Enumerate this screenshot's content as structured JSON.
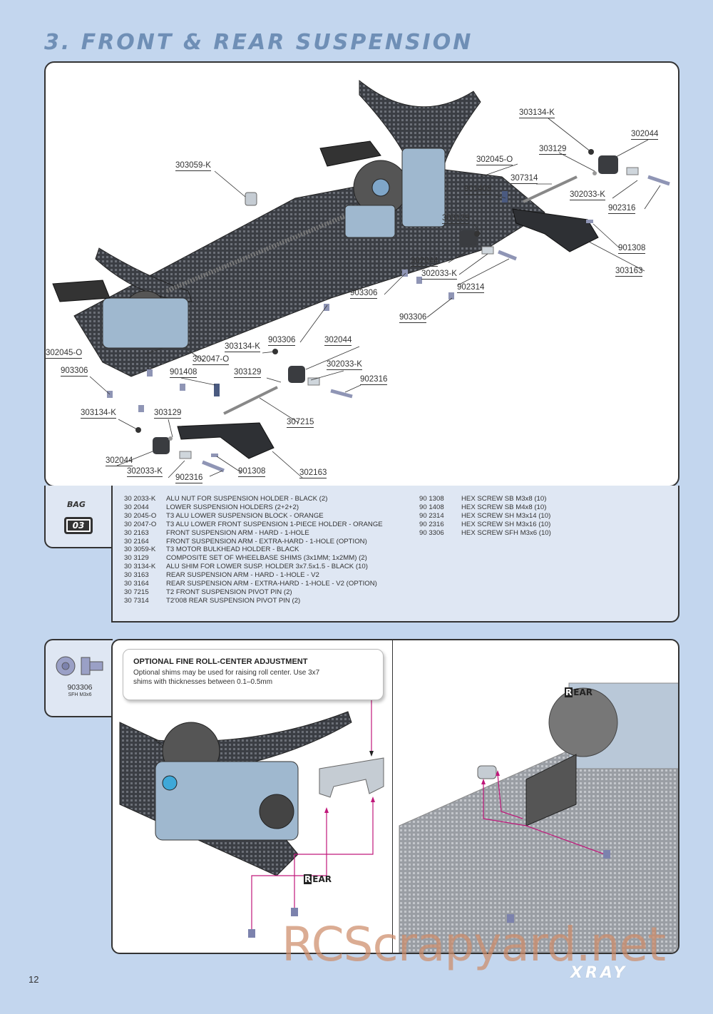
{
  "title": "3. FRONT & REAR SUSPENSION",
  "callouts": [
    {
      "label": "303134-K"
    },
    {
      "label": "302044"
    },
    {
      "label": "303129"
    },
    {
      "label": "303059-K"
    },
    {
      "label": "302045-O"
    },
    {
      "label": "307314"
    },
    {
      "label": "901408"
    },
    {
      "label": "302033-K"
    },
    {
      "label": "902316"
    },
    {
      "label": "303129"
    },
    {
      "label": "901308"
    },
    {
      "label": "302044"
    },
    {
      "label": "302033-K"
    },
    {
      "label": "303163"
    },
    {
      "label": "903306"
    },
    {
      "label": "902314"
    },
    {
      "label": "903306"
    },
    {
      "label": "903306"
    },
    {
      "label": "302044"
    },
    {
      "label": "303134-K"
    },
    {
      "label": "302045-O"
    },
    {
      "label": "302047-O"
    },
    {
      "label": "302033-K"
    },
    {
      "label": "903306"
    },
    {
      "label": "901408"
    },
    {
      "label": "303129"
    },
    {
      "label": "902316"
    },
    {
      "label": "307215"
    },
    {
      "label": "303134-K"
    },
    {
      "label": "303129"
    },
    {
      "label": "302044"
    },
    {
      "label": "302033-K"
    },
    {
      "label": "902316"
    },
    {
      "label": "901308"
    },
    {
      "label": "302163"
    }
  ],
  "bag": {
    "label": "BAG",
    "number": "03"
  },
  "parts_left": [
    {
      "code": "30 2033-K",
      "desc": "ALU NUT FOR SUSPENSION HOLDER - BLACK (2)"
    },
    {
      "code": "30 2044",
      "desc": "LOWER SUSPENSION HOLDERS (2+2+2)"
    },
    {
      "code": "30 2045-O",
      "desc": "T3 ALU LOWER SUSPENSION BLOCK - ORANGE"
    },
    {
      "code": "30 2047-O",
      "desc": "T3 ALU LOWER FRONT SUSPENSION 1-PIECE HOLDER - ORANGE"
    },
    {
      "code": "30 2163",
      "desc": "FRONT SUSPENSION ARM - HARD - 1-HOLE"
    },
    {
      "code": "30 2164",
      "desc": "FRONT SUSPENSION ARM - EXTRA-HARD - 1-HOLE (OPTION)"
    },
    {
      "code": "30 3059-K",
      "desc": "T3 MOTOR BULKHEAD HOLDER - BLACK"
    },
    {
      "code": "30 3129",
      "desc": "COMPOSITE SET OF WHEELBASE SHIMS (3x1MM; 1x2MM) (2)"
    },
    {
      "code": "30 3134-K",
      "desc": "ALU SHIM FOR LOWER SUSP. HOLDER 3x7.5x1.5 - BLACK (10)"
    },
    {
      "code": "30 3163",
      "desc": "REAR SUSPENSION ARM - HARD - 1-HOLE - V2"
    },
    {
      "code": "30 3164",
      "desc": "REAR SUSPENSION ARM - EXTRA-HARD - 1-HOLE - V2 (OPTION)"
    },
    {
      "code": "30 7215",
      "desc": "T2 FRONT SUSPENSION PIVOT PIN (2)"
    },
    {
      "code": "30 7314",
      "desc": "T2'008 REAR SUSPENSION PIVOT PIN (2)"
    }
  ],
  "parts_right": [
    {
      "code": "90 1308",
      "desc": "HEX SCREW SB M3x8  (10)"
    },
    {
      "code": "90 1408",
      "desc": "HEX SCREW SB M4x8  (10)"
    },
    {
      "code": "90 2314",
      "desc": "HEX SCREW SH M3x14  (10)"
    },
    {
      "code": "90 2316",
      "desc": "HEX SCREW SH M3x16  (10)"
    },
    {
      "code": "90 3306",
      "desc": "HEX SCREW SFH M3x6  (10)"
    }
  ],
  "hardware": {
    "code": "903306",
    "desc": "SFH M3x6"
  },
  "note": {
    "title": "OPTIONAL FINE ROLL-CENTER ADJUSTMENT",
    "text": "Optional shims may be used for raising roll center. Use 3x7 shims with thicknesses between 0.1–0.5mm"
  },
  "rear_labels": [
    {
      "r": "R",
      "rest": "EAR"
    },
    {
      "r": "R",
      "rest": "EAR"
    }
  ],
  "page_number": "12",
  "watermark": "RCScrapyard.net",
  "brand": "XRAY",
  "colors": {
    "page_bg": "#c3d6ee",
    "title": "#6f8fb6",
    "panel_tint": "#dfe7f3",
    "arrow": "#c0177a"
  }
}
